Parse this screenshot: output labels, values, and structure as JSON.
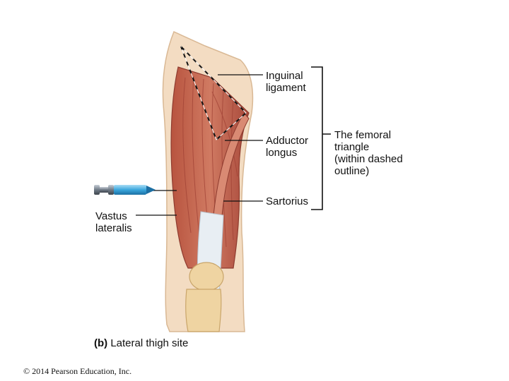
{
  "labels": {
    "inguinal": "Inguinal\nligament",
    "adductor": "Adductor\nlongus",
    "sartorius": "Sartorius",
    "vastus": "Vastus\nlateralis",
    "femoral": "The femoral\ntriangle\n(within dashed\noutline)"
  },
  "caption": {
    "letter": "(b)",
    "text": "Lateral thigh site"
  },
  "copyright": "© 2014 Pearson Education, Inc.",
  "colors": {
    "muscle": "#c2614f",
    "muscle_dark": "#9e3f33",
    "skin": "#f3dcc2",
    "tendon": "#e8eef3",
    "bone": "#efd4a2",
    "syringe_blue": "#3aa7dd",
    "syringe_cap": "#6f7a86"
  }
}
